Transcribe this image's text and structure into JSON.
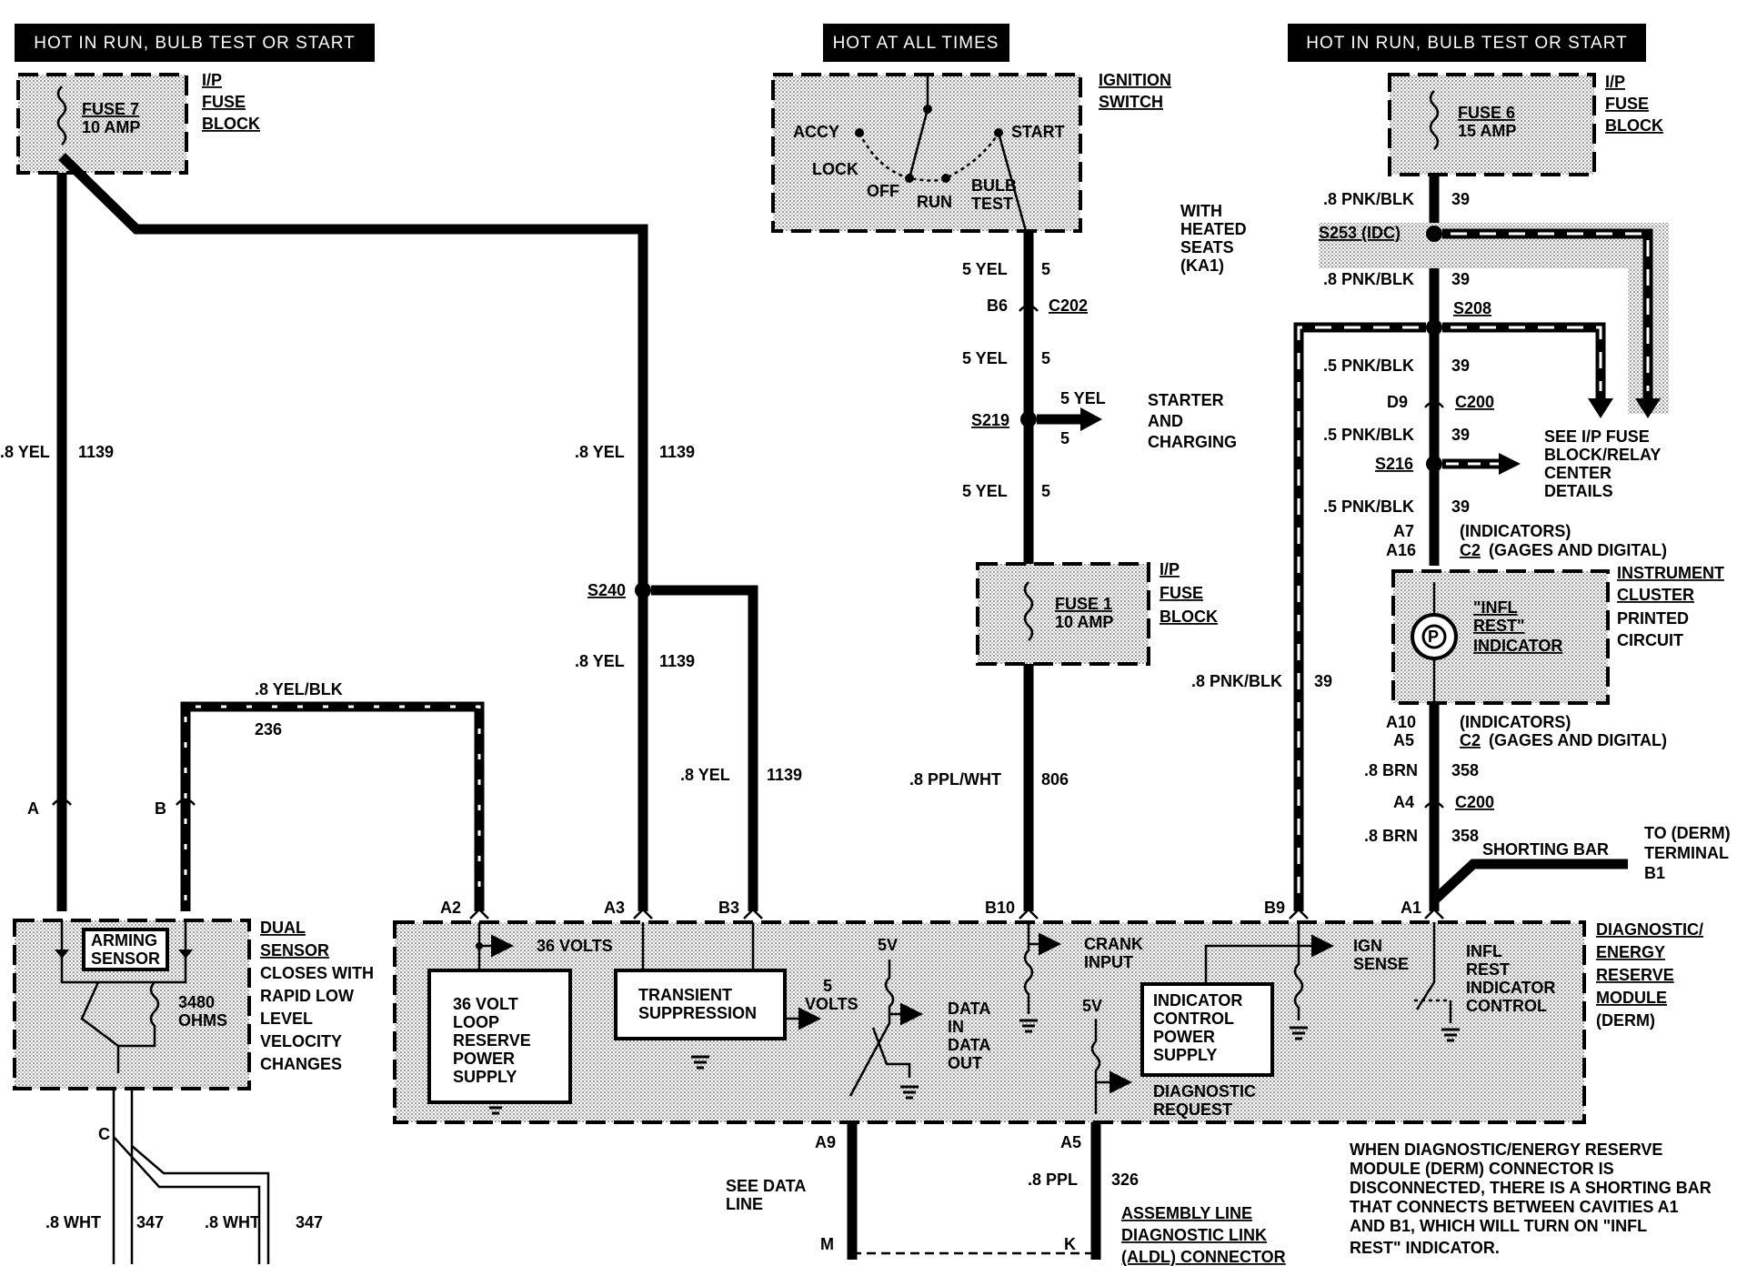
{
  "headers": {
    "left": "HOT IN RUN, BULB TEST OR START",
    "center": "HOT AT ALL TIMES",
    "right": "HOT IN RUN, BULB TEST OR START"
  },
  "fuse7": {
    "name": "FUSE 7",
    "rating": "10 AMP",
    "block": [
      "I/P",
      "FUSE",
      "BLOCK"
    ]
  },
  "fuse6": {
    "name": "FUSE 6",
    "rating": "15 AMP",
    "block": [
      "I/P",
      "FUSE",
      "BLOCK"
    ]
  },
  "fuse1": {
    "name": "FUSE 1",
    "rating": "10 AMP",
    "block": [
      "I/P",
      "FUSE",
      "BLOCK"
    ]
  },
  "ignition": {
    "title": [
      "IGNITION",
      "SWITCH"
    ],
    "positions": {
      "accy": "ACCY",
      "lock": "LOCK",
      "off": "OFF",
      "run": "RUN",
      "bulb": "BULB",
      "test": "TEST",
      "start": "START"
    }
  },
  "heated_seats": [
    "WITH",
    "HEATED",
    "SEATS",
    "(KA1)"
  ],
  "wires": {
    "left_color": ".8 YEL",
    "left_num": "1139",
    "mid_color": ".8 YEL",
    "mid_num": "1139",
    "mid2_color": ".8 YEL",
    "mid2_num": "1139",
    "b3_color": ".8 YEL",
    "b3_num": "1139",
    "yelblk_color": ".8 YEL/BLK",
    "yelblk_num": "236",
    "ign_color": "5 YEL",
    "ign_num": "5",
    "starter_color": "5 YEL",
    "starter_num": "5",
    "ppl_wht_color": ".8 PPL/WHT",
    "ppl_wht_num": "806",
    "pnkblk8": ".8 PNK/BLK",
    "pnkblk5": ".5 PNK/BLK",
    "pnk_num": "39",
    "brn_color": ".8 BRN",
    "brn_num": "358",
    "wht_color": ".8 WHT",
    "wht_num": "347",
    "ppl_color": ".8 PPL",
    "ppl_num": "326"
  },
  "splices": {
    "s240": "S240",
    "s219": "S219",
    "s253": "S253 (IDC)",
    "s208": "S208",
    "s216": "S216"
  },
  "connectors": {
    "c202": "C202",
    "b6": "B6",
    "c200": "C200",
    "d9": "D9",
    "c2": "C2",
    "a4": "A4",
    "a7": "A7",
    "a16": "A16",
    "a10": "A10",
    "a5": "A5",
    "a": "A",
    "b": "B",
    "c": "C",
    "m": "M",
    "k": "K"
  },
  "indicators_label": "(INDICATORS)",
  "gages_label": "(GAGES AND DIGITAL)",
  "starter_dest": [
    "STARTER",
    "AND",
    "CHARGING"
  ],
  "see_ip": [
    "SEE I/P FUSE",
    "BLOCK/RELAY",
    "CENTER",
    "DETAILS"
  ],
  "cluster": {
    "label": [
      "INSTRUMENT",
      "CLUSTER",
      "PRINTED",
      "CIRCUIT"
    ],
    "indicator": [
      "\"INFL",
      "REST\"",
      "INDICATOR"
    ],
    "bulb": "P"
  },
  "shorting": {
    "bar": "SHORTING BAR",
    "dest": [
      "TO (DERM)",
      "TERMINAL",
      "B1"
    ]
  },
  "sensor": {
    "arming": [
      "ARMING",
      "SENSOR"
    ],
    "ohms": [
      "3480",
      "OHMS"
    ],
    "desc": [
      "DUAL",
      "SENSOR",
      "CLOSES WITH",
      "RAPID LOW",
      "LEVEL",
      "VELOCITY",
      "CHANGES"
    ]
  },
  "derm": {
    "pins": {
      "a2": "A2",
      "a3": "A3",
      "b3": "B3",
      "b10": "B10",
      "b9": "B9",
      "a1": "A1",
      "a9": "A9",
      "a5": "A5"
    },
    "v36": "36 VOLTS",
    "loop": [
      "36 VOLT",
      "LOOP",
      "RESERVE",
      "POWER",
      "SUPPLY"
    ],
    "transient": [
      "TRANSIENT",
      "SUPPRESSION"
    ],
    "volts5": [
      "5",
      "VOLTS"
    ],
    "v5": "5V",
    "data": [
      "DATA",
      "IN",
      "DATA",
      "OUT"
    ],
    "crank": [
      "CRANK",
      "INPUT"
    ],
    "icps": [
      "INDICATOR",
      "CONTROL",
      "POWER",
      "SUPPLY"
    ],
    "diag": [
      "DIAGNOSTIC",
      "REQUEST"
    ],
    "ign": [
      "IGN",
      "SENSE"
    ],
    "infl": [
      "INFL",
      "REST",
      "INDICATOR",
      "CONTROL"
    ],
    "title": [
      "DIAGNOSTIC/",
      "ENERGY",
      "RESERVE",
      "MODULE",
      "(DERM)"
    ]
  },
  "see_data": [
    "SEE DATA",
    "LINE"
  ],
  "aldl": [
    "ASSEMBLY LINE",
    "DIAGNOSTIC LINK",
    "(ALDL) CONNECTOR"
  ],
  "note": [
    "WHEN DIAGNOSTIC/ENERGY RESERVE",
    "MODULE (DERM) CONNECTOR IS",
    "DISCONNECTED, THERE IS A SHORTING BAR",
    "THAT CONNECTS BETWEEN CAVITIES A1",
    "AND B1, WHICH WILL TURN ON \"INFL",
    "REST\" INDICATOR."
  ]
}
